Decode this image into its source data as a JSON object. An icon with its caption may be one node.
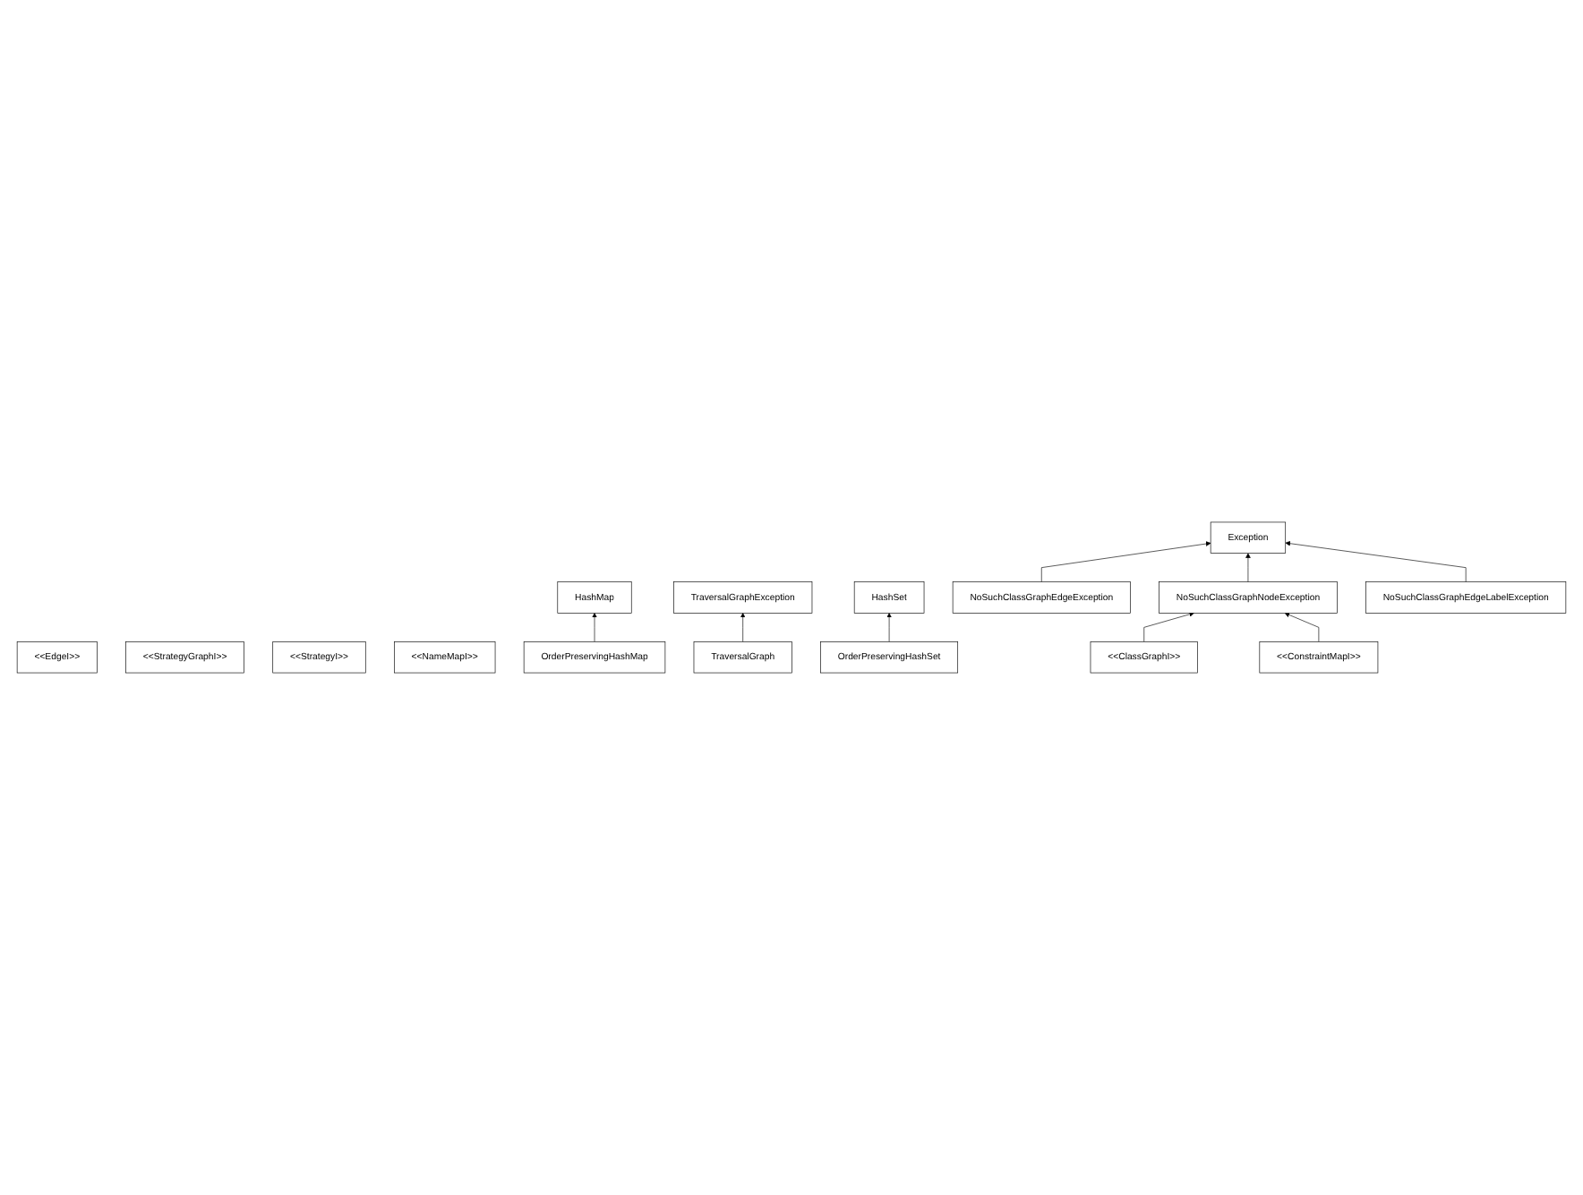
{
  "diagram": {
    "nodes": [
      {
        "text": [
          "<<EdgeI>>"
        ]
      },
      {
        "text": [
          "<<StrategyGraphI>>"
        ]
      },
      {
        "text": [
          "<<StrategyI>>"
        ]
      },
      {
        "text": [
          "<<NameMapI>>"
        ]
      },
      {
        "text": [
          "HashMap"
        ]
      },
      {
        "text": [
          "TraversalGraphException"
        ]
      },
      {
        "text": [
          "TraversalGraph"
        ]
      },
      {
        "text": [
          "OrderPreservingHashMap"
        ]
      },
      {
        "text": [
          "Exception"
        ]
      },
      {
        "text": [
          "HashSet"
        ]
      },
      {
        "text": [
          "NoSuchClassGraphEdgeException"
        ]
      },
      {
        "text": [
          "OrderPreservingHashSet"
        ]
      },
      {
        "text": [
          "NoSuchClassGraphNodeException"
        ]
      },
      {
        "text": [
          "NoSuchClassGraphEdgeLabelException"
        ]
      },
      {
        "text": [
          "<<ClassGraphI>>"
        ]
      },
      {
        "text": [
          "<<ConstraintMapI>>"
        ]
      }
    ],
    "edges": [
      {
        "from": 7,
        "to": 4,
        "arrow": "to"
      },
      {
        "from": 11,
        "to": 9,
        "arrow": "to"
      },
      {
        "from": 6,
        "to": 5,
        "arrow": "to"
      },
      {
        "from": 10,
        "to": 8,
        "arrow": "to"
      },
      {
        "from": 12,
        "to": 8,
        "arrow": "to"
      },
      {
        "from": 13,
        "to": 8,
        "arrow": "to"
      },
      {
        "from": 14,
        "to": 12,
        "arrow": "to"
      },
      {
        "from": 15,
        "to": 12,
        "arrow": "to"
      }
    ]
  }
}
